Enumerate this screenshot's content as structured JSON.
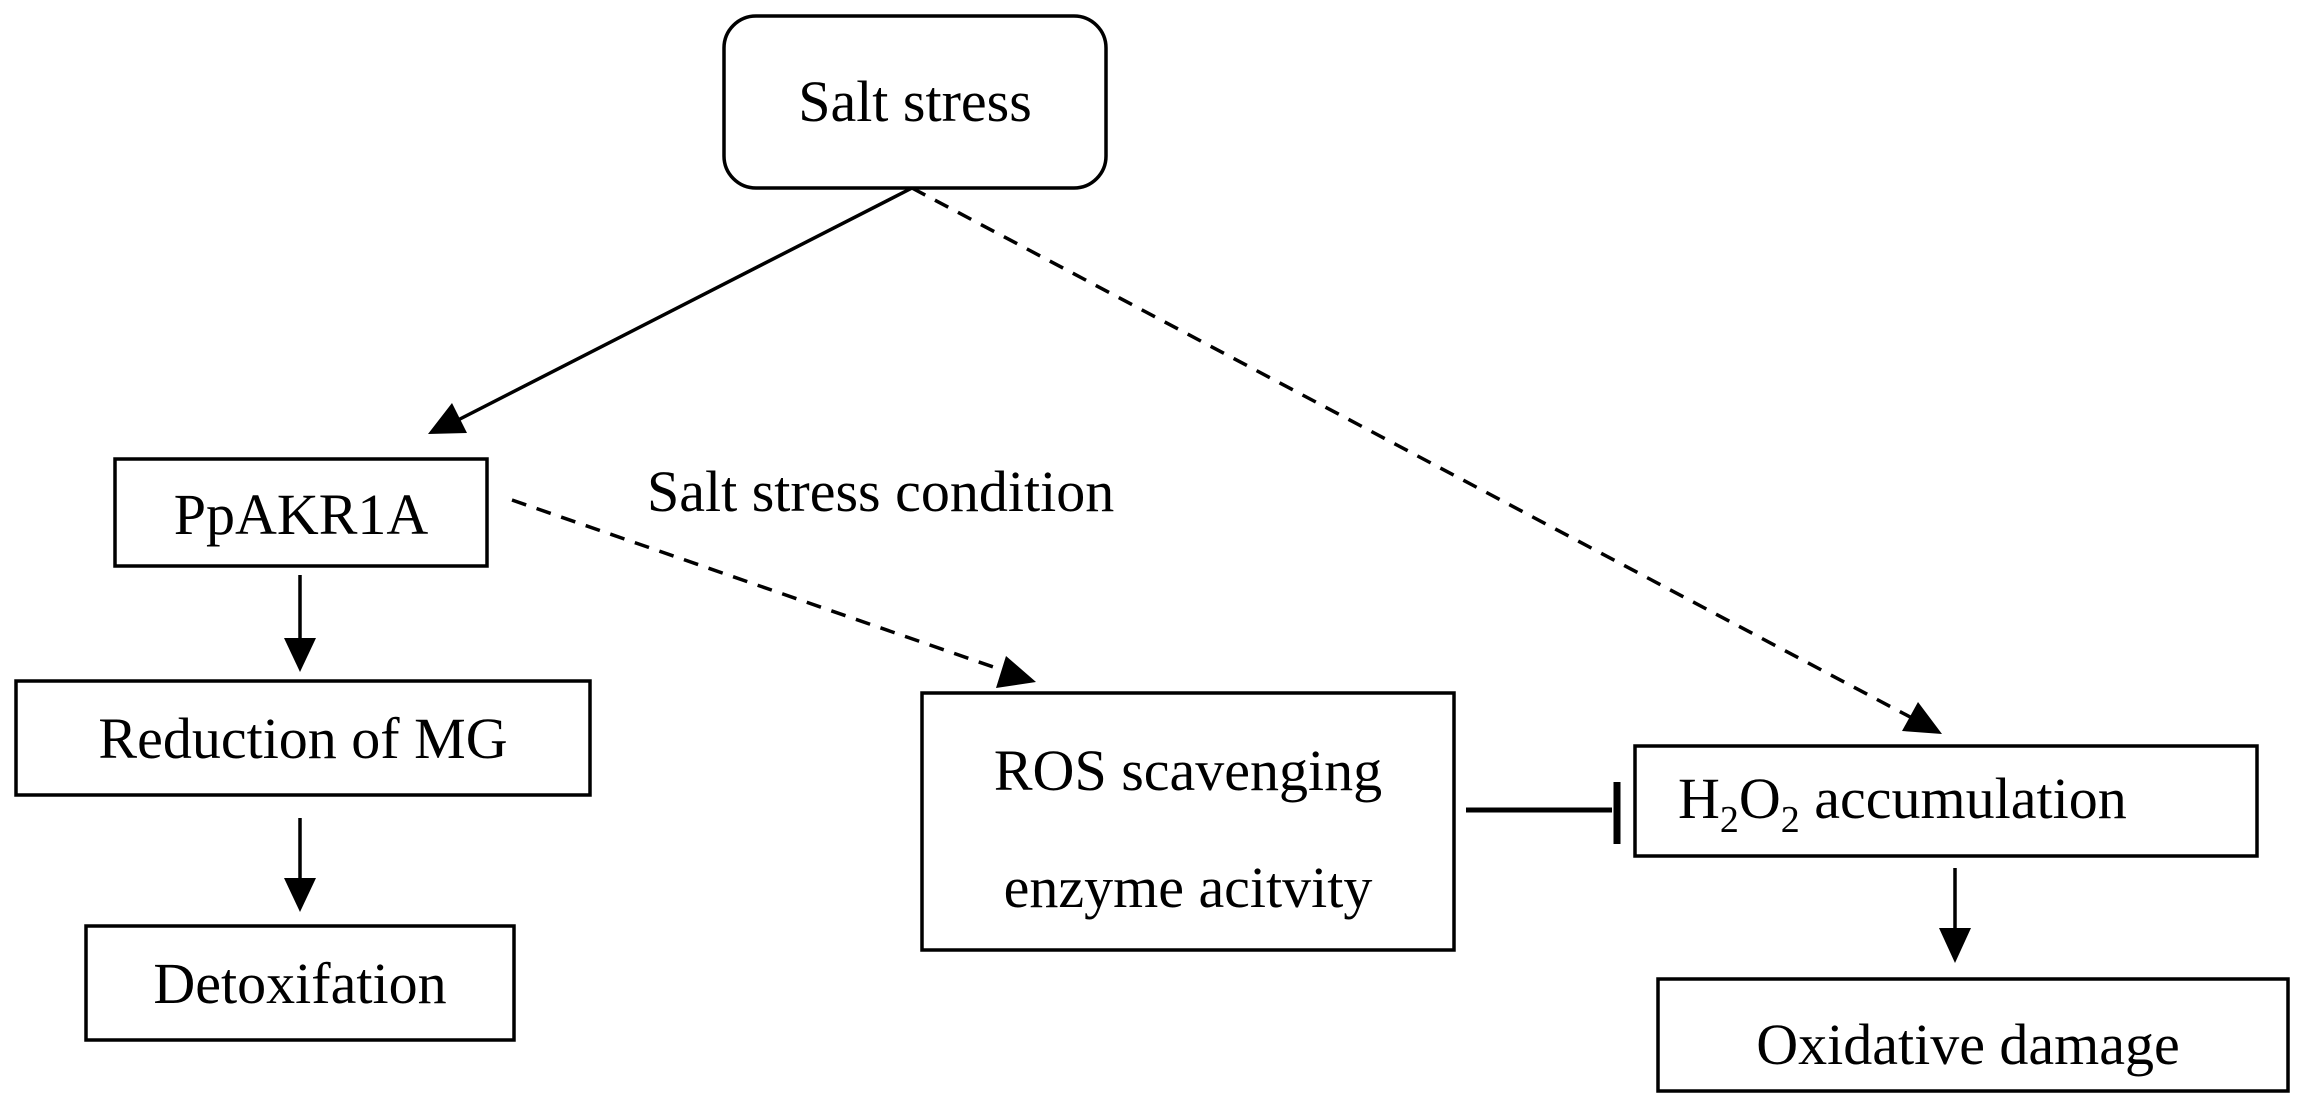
{
  "nodes": {
    "salt_stress": "Salt stress",
    "ppakr1a": "PpAKR1A",
    "reduction_of_mg": "Reduction of MG",
    "detoxification": "Detoxifation",
    "ros_line1": "ROS scavenging",
    "ros_line2": "enzyme acitvity",
    "h2o2": {
      "h": "H",
      "sub1": "2",
      "o": "O",
      "sub2": "2",
      "rest": " accumulation"
    },
    "oxidative_damage": "Oxidative damage"
  },
  "labels": {
    "salt_stress_condition": "Salt stress condition"
  },
  "edges": [
    {
      "from": "Salt stress",
      "to": "PpAKR1A",
      "style": "solid",
      "head": "arrow"
    },
    {
      "from": "Salt stress",
      "to": "H2O2 accumulation",
      "style": "dashed",
      "head": "arrow"
    },
    {
      "from": "PpAKR1A",
      "to": "ROS scavenging enzyme acitvity",
      "style": "dashed",
      "head": "arrow"
    },
    {
      "from": "PpAKR1A",
      "to": "Reduction of MG",
      "style": "solid",
      "head": "arrow"
    },
    {
      "from": "Reduction of MG",
      "to": "Detoxifation",
      "style": "solid",
      "head": "arrow"
    },
    {
      "from": "ROS scavenging enzyme acitvity",
      "to": "H2O2 accumulation",
      "style": "solid",
      "head": "inhibit"
    },
    {
      "from": "H2O2 accumulation",
      "to": "Oxidative damage",
      "style": "solid",
      "head": "arrow"
    }
  ]
}
